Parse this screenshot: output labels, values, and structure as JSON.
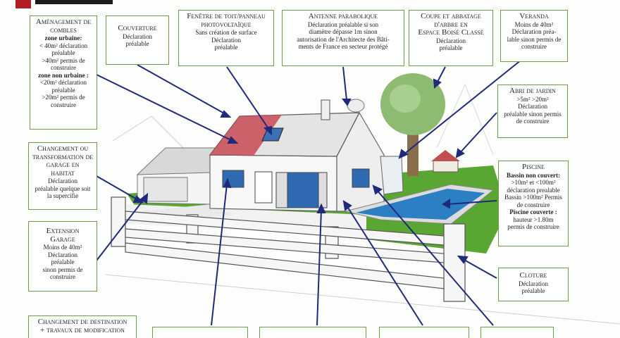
{
  "colors": {
    "box_border": "#6f9a47",
    "arrow": "#1f2a7a",
    "roof_red": "#c94a55",
    "lawn": "#4f9a2a",
    "pool": "#2d7fc4",
    "accent_red": "#b01e23"
  },
  "boxes": {
    "amenagement": {
      "title": [
        "Aménagement de",
        "combles"
      ],
      "lines": [
        {
          "t": "zone urbaine:",
          "b": true
        },
        {
          "t": "< 40m² déclaration"
        },
        {
          "t": "préalable"
        },
        {
          "t": ">40m² permis de"
        },
        {
          "t": "construire"
        },
        {
          "t": "zone non urbaine :",
          "b": true
        },
        {
          "t": "<20m² déclaration"
        },
        {
          "t": "préalable"
        },
        {
          "t": ">20m² permis de"
        },
        {
          "t": "construire"
        }
      ]
    },
    "couverture": {
      "title": [
        "Couverture"
      ],
      "lines": [
        {
          "t": "Déclaration"
        },
        {
          "t": "préalable"
        }
      ]
    },
    "fenetre": {
      "title": [
        "Fenêtre de toit/panneau",
        "photovoltaïque"
      ],
      "lines": [
        {
          "t": "Sans création de surface"
        },
        {
          "t": "Déclaration"
        },
        {
          "t": "préalable"
        }
      ]
    },
    "antenne": {
      "title": [
        "Antenne parabolique"
      ],
      "lines": [
        {
          "t": "Déclaration préalable si son"
        },
        {
          "t": "diamètre dépasse 1m sinon"
        },
        {
          "t": "autorisation de l'Architecte des Bâti-"
        },
        {
          "t": "ments de France en secteur protégé"
        }
      ]
    },
    "coupe": {
      "title": [
        "Coupe et abbatage",
        "d'arbre en",
        "Espace Boisé Classé"
      ],
      "lines": [
        {
          "t": "Déclaration"
        },
        {
          "t": "préalable"
        }
      ]
    },
    "veranda": {
      "title": [
        "Veranda"
      ],
      "lines": [
        {
          "t": "Moins de 40m²"
        },
        {
          "t": "Déclaration préa-"
        },
        {
          "t": "lable sinon permis de"
        },
        {
          "t": "construire"
        }
      ]
    },
    "abri": {
      "title": [
        "Abri de jardin"
      ],
      "lines": [
        {
          "t": ">5m² >20m²"
        },
        {
          "t": "Déclaration"
        },
        {
          "t": "préalable sinon permis"
        },
        {
          "t": "de construire"
        }
      ]
    },
    "changement": {
      "title": [
        "Changement ou",
        "transformation de",
        "garage en",
        "habitat"
      ],
      "lines": [
        {
          "t": "Déclaration"
        },
        {
          "t": "préalable quelque soit"
        },
        {
          "t": "la supercifie"
        }
      ]
    },
    "extension": {
      "title": [
        "Extension",
        "Garage"
      ],
      "lines": [
        {
          "t": "Moins de 40m²"
        },
        {
          "t": "Déclaration"
        },
        {
          "t": "préalable"
        },
        {
          "t": "sinon permis de"
        },
        {
          "t": "construire"
        }
      ]
    },
    "piscine": {
      "title": [
        "Piscine"
      ],
      "lines": [
        {
          "t": "Bassin non couvert:",
          "b": true
        },
        {
          "t": ">10m² et <100m²"
        },
        {
          "t": "déclaration prealable"
        },
        {
          "t": "Bassin >100m² Permis"
        },
        {
          "t": "de construire"
        },
        {
          "t": "Piscine couverte :",
          "b": true
        },
        {
          "t": "hauteur >1.80m"
        },
        {
          "t": "permis de construire"
        }
      ]
    },
    "cloture": {
      "title": [
        "Cloture"
      ],
      "lines": [
        {
          "t": "Déclaration"
        },
        {
          "t": "préalable"
        }
      ]
    },
    "destination": {
      "title": [
        "Changement de destination",
        "+ travaux de modification"
      ],
      "lines": []
    }
  }
}
